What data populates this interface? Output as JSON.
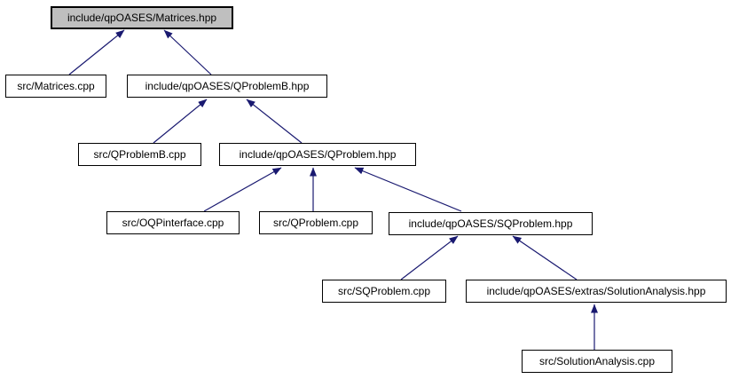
{
  "colors": {
    "background": "#ffffff",
    "edge": "#191970",
    "node_border": "#000000",
    "node_fill": "#ffffff",
    "highlighted_node_fill": "#bfbfbf",
    "text": "#000000"
  },
  "graph": {
    "type": "include-dependency-graph",
    "highlighted_node": "include/qpOASES/Matrices.hpp",
    "nodes": [
      {
        "id": "matrices-hpp",
        "label": "include/qpOASES/Matrices.hpp",
        "highlighted": true
      },
      {
        "id": "src-matrices-cpp",
        "label": "src/Matrices.cpp",
        "highlighted": false
      },
      {
        "id": "qproblemb-hpp",
        "label": "include/qpOASES/QProblemB.hpp",
        "highlighted": false
      },
      {
        "id": "src-qproblemb-cpp",
        "label": "src/QProblemB.cpp",
        "highlighted": false
      },
      {
        "id": "qproblem-hpp",
        "label": "include/qpOASES/QProblem.hpp",
        "highlighted": false
      },
      {
        "id": "src-oqpinterface-cpp",
        "label": "src/OQPinterface.cpp",
        "highlighted": false
      },
      {
        "id": "src-qproblem-cpp",
        "label": "src/QProblem.cpp",
        "highlighted": false
      },
      {
        "id": "sqproblem-hpp",
        "label": "include/qpOASES/SQProblem.hpp",
        "highlighted": false
      },
      {
        "id": "src-sqproblem-cpp",
        "label": "src/SQProblem.cpp",
        "highlighted": false
      },
      {
        "id": "solutionanalysis-hpp",
        "label": "include/qpOASES/extras/SolutionAnalysis.hpp",
        "highlighted": false
      },
      {
        "id": "src-solutionanalysis-cpp",
        "label": "src/SolutionAnalysis.cpp",
        "highlighted": false
      }
    ],
    "edges": [
      {
        "from": "src-matrices-cpp",
        "to": "matrices-hpp"
      },
      {
        "from": "qproblemb-hpp",
        "to": "matrices-hpp"
      },
      {
        "from": "src-qproblemb-cpp",
        "to": "qproblemb-hpp"
      },
      {
        "from": "qproblem-hpp",
        "to": "qproblemb-hpp"
      },
      {
        "from": "src-oqpinterface-cpp",
        "to": "qproblem-hpp"
      },
      {
        "from": "src-qproblem-cpp",
        "to": "qproblem-hpp"
      },
      {
        "from": "sqproblem-hpp",
        "to": "qproblem-hpp"
      },
      {
        "from": "src-sqproblem-cpp",
        "to": "sqproblem-hpp"
      },
      {
        "from": "solutionanalysis-hpp",
        "to": "sqproblem-hpp"
      },
      {
        "from": "src-solutionanalysis-cpp",
        "to": "solutionanalysis-hpp"
      }
    ]
  }
}
